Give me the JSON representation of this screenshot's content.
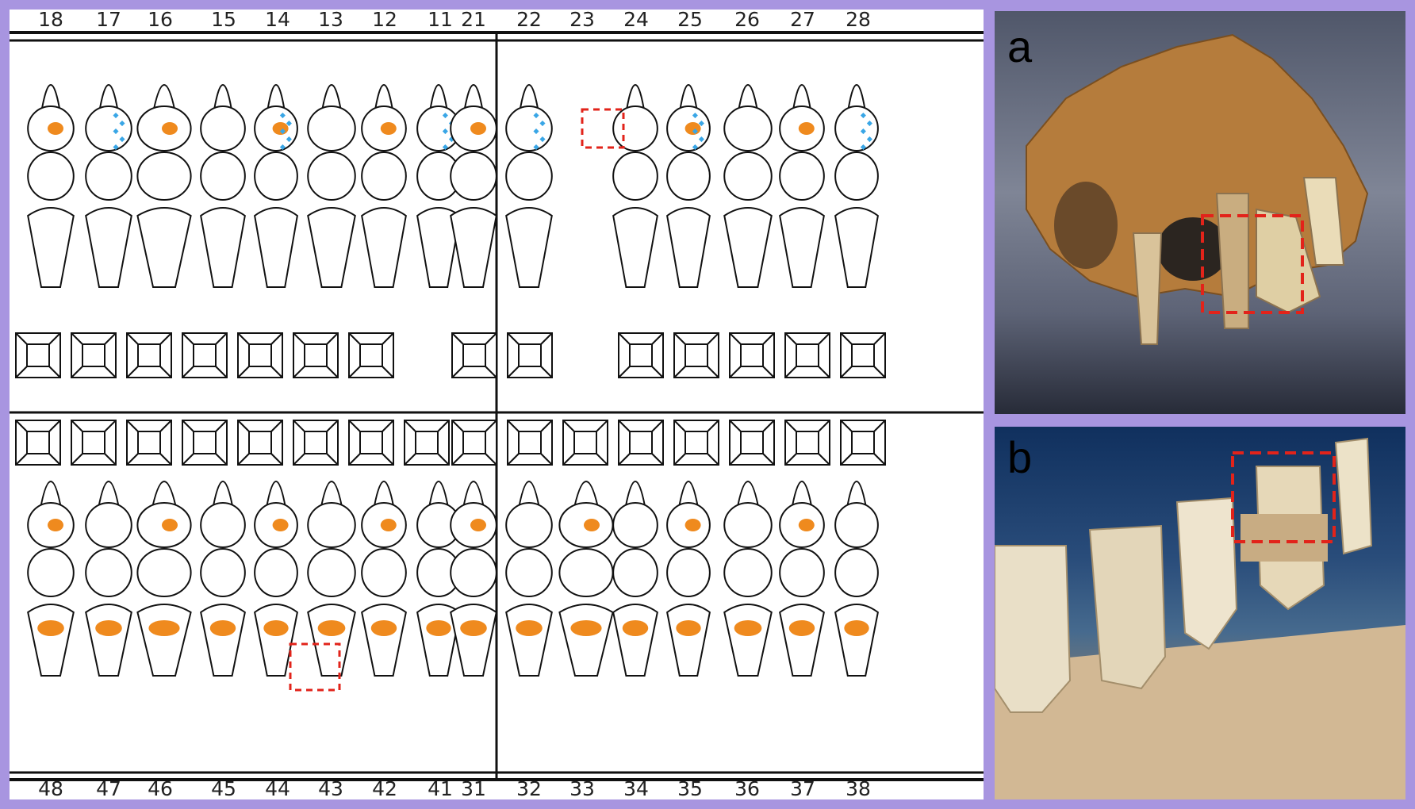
{
  "dental_chart": {
    "upper_right_numbers": [
      "18",
      "17",
      "16",
      "15",
      "14",
      "13",
      "12",
      "11"
    ],
    "upper_left_numbers": [
      "21",
      "22",
      "23",
      "24",
      "25",
      "26",
      "27",
      "28"
    ],
    "lower_right_numbers": [
      "48",
      "47",
      "46",
      "45",
      "44",
      "43",
      "42",
      "41"
    ],
    "lower_left_numbers": [
      "31",
      "32",
      "33",
      "34",
      "35",
      "36",
      "37",
      "38"
    ],
    "legend_colors": {
      "calculus": "#ef8a1e",
      "caries_pattern": "#39a6e6",
      "highlight_box": "#e2231a"
    }
  },
  "photos": [
    {
      "label": "a"
    },
    {
      "label": "b"
    }
  ]
}
